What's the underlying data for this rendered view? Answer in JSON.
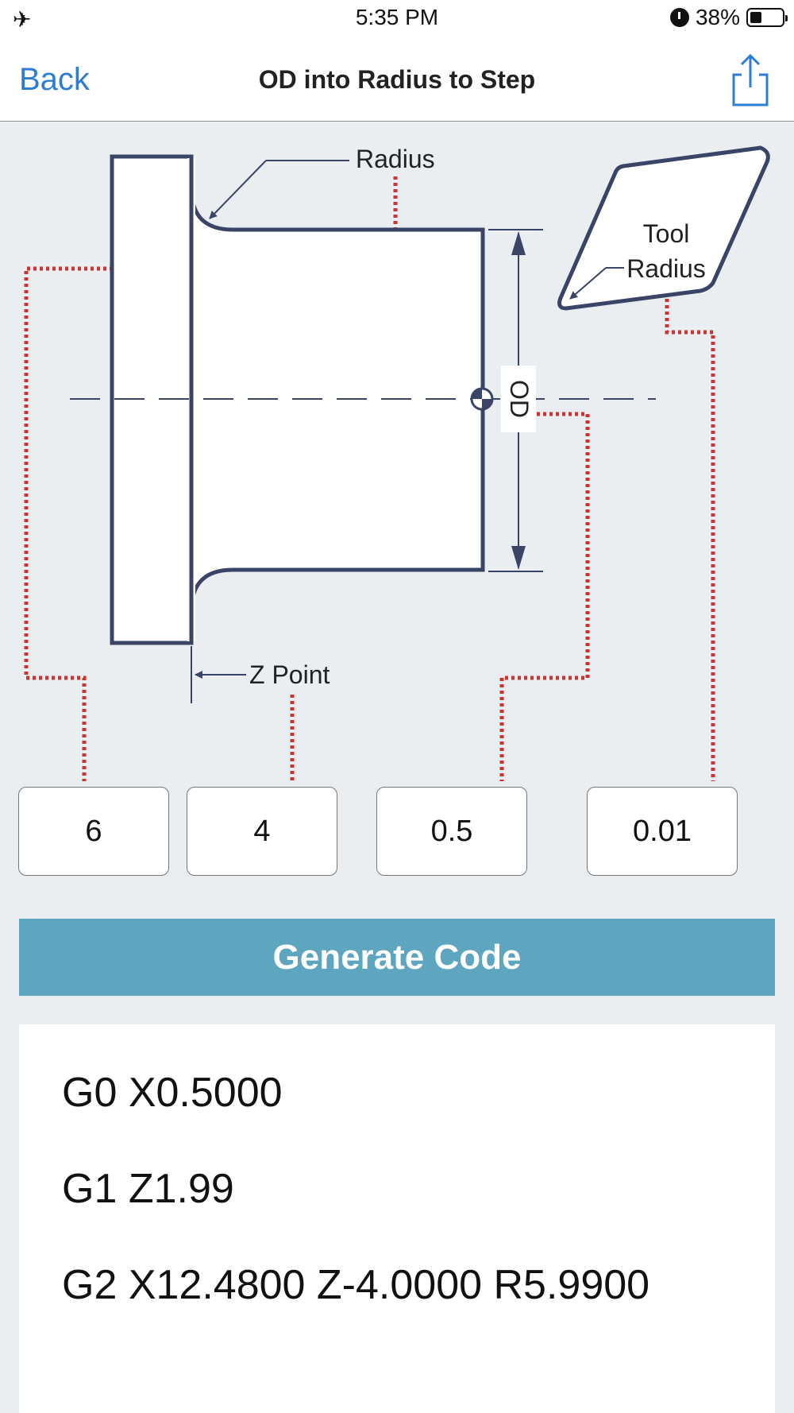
{
  "status_bar": {
    "time": "5:35 PM",
    "battery_percent": "38%",
    "battery_level": 0.38,
    "airplane_icon": "airplane-icon",
    "alarm_icon": "alarm-icon"
  },
  "nav": {
    "back_label": "Back",
    "title": "OD into Radius to Step",
    "share_icon": "share-icon"
  },
  "diagram": {
    "radius_label": "Radius",
    "tool_label_line1": "Tool",
    "tool_label_line2": "Radius",
    "od_label": "OD",
    "zpoint_label": "Z Point"
  },
  "fields": [
    {
      "value": "6"
    },
    {
      "value": "4"
    },
    {
      "value": "0.5"
    },
    {
      "value": "0.01"
    }
  ],
  "generate_label": "Generate Code",
  "output": {
    "lines": [
      "G0 X0.5000",
      "G1 Z1.99",
      "G2 X12.4800 Z-4.0000 R5.9900"
    ]
  },
  "colors": {
    "accent": "#2d7cd6",
    "button": "#5ea5c0",
    "diagram_stroke": "#3a4466",
    "dotted_leader": "#cc3333",
    "background": "#eaeef0"
  }
}
